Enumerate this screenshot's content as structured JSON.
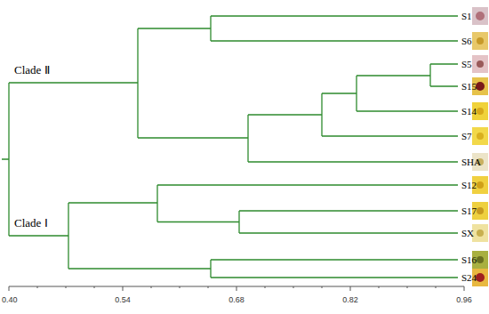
{
  "diagram": {
    "labels": [
      "Clade Ⅱ",
      "S1",
      "S6",
      "S5",
      "S15",
      "S14",
      "S7",
      "SHA",
      "Clade Ⅰ",
      "S12",
      "S17",
      "SX",
      "S16",
      "S24",
      "0.40",
      "0.54",
      "0.68",
      "0.82",
      "0.96"
    ]
  }
}
